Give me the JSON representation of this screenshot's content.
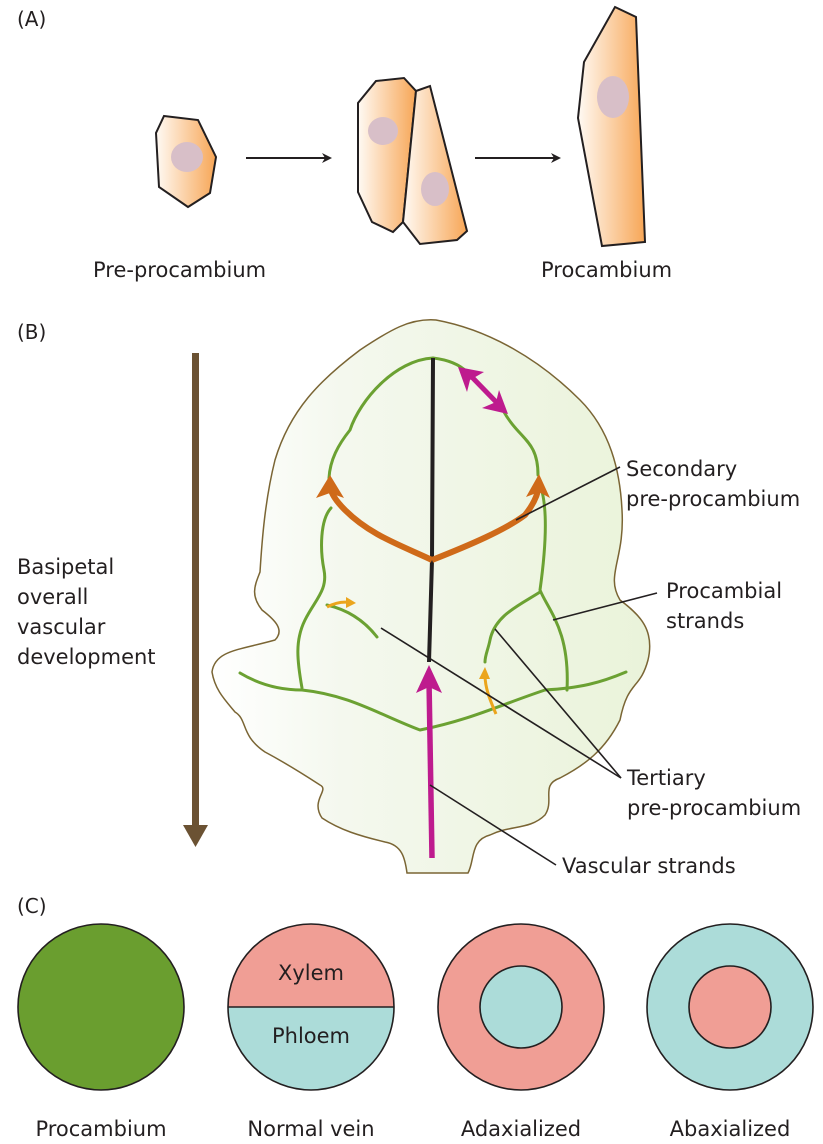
{
  "panels": {
    "a": {
      "label": "(A)",
      "stage_labels": [
        "Pre-procambium",
        "Procambium"
      ]
    },
    "b": {
      "label": "(B)",
      "axis_label_lines": [
        "Basipetal",
        "overall",
        "vascular",
        "development"
      ],
      "callouts": {
        "secondary": [
          "Secondary",
          "pre-procambium"
        ],
        "procambial": [
          "Procambial",
          "strands"
        ],
        "tertiary": [
          "Tertiary",
          "pre-procambium"
        ],
        "vascular": "Vascular strands"
      }
    },
    "c": {
      "label": "(C)",
      "circles": [
        {
          "name": "Procambium",
          "caption": "Procambium"
        },
        {
          "name": "Normal vein",
          "caption": "Normal vein",
          "top_text": "Xylem",
          "bottom_text": "Phloem"
        },
        {
          "name": "Adaxialized",
          "caption": "Adaxialized"
        },
        {
          "name": "Abaxialized",
          "caption": "Abaxialized"
        }
      ]
    }
  },
  "colors": {
    "cell_fill_light": "#fff7ee",
    "cell_fill_dark": "#f7a656",
    "nucleus": "#d8bfc8",
    "leaf_fill": "#eff5e1",
    "leaf_outline": "#7a6534",
    "procambial_green": "#6ba132",
    "secondary_orange": "#cf6a19",
    "tertiary_yellow": "#eba51d",
    "vascular_magenta": "#be1b8e",
    "midrib_black": "#231f20",
    "axis_arrow_brown": "#6b5233",
    "xylem": "#f09e95",
    "phloem": "#acdcd9",
    "procambium_green": "#6a9e2f"
  }
}
